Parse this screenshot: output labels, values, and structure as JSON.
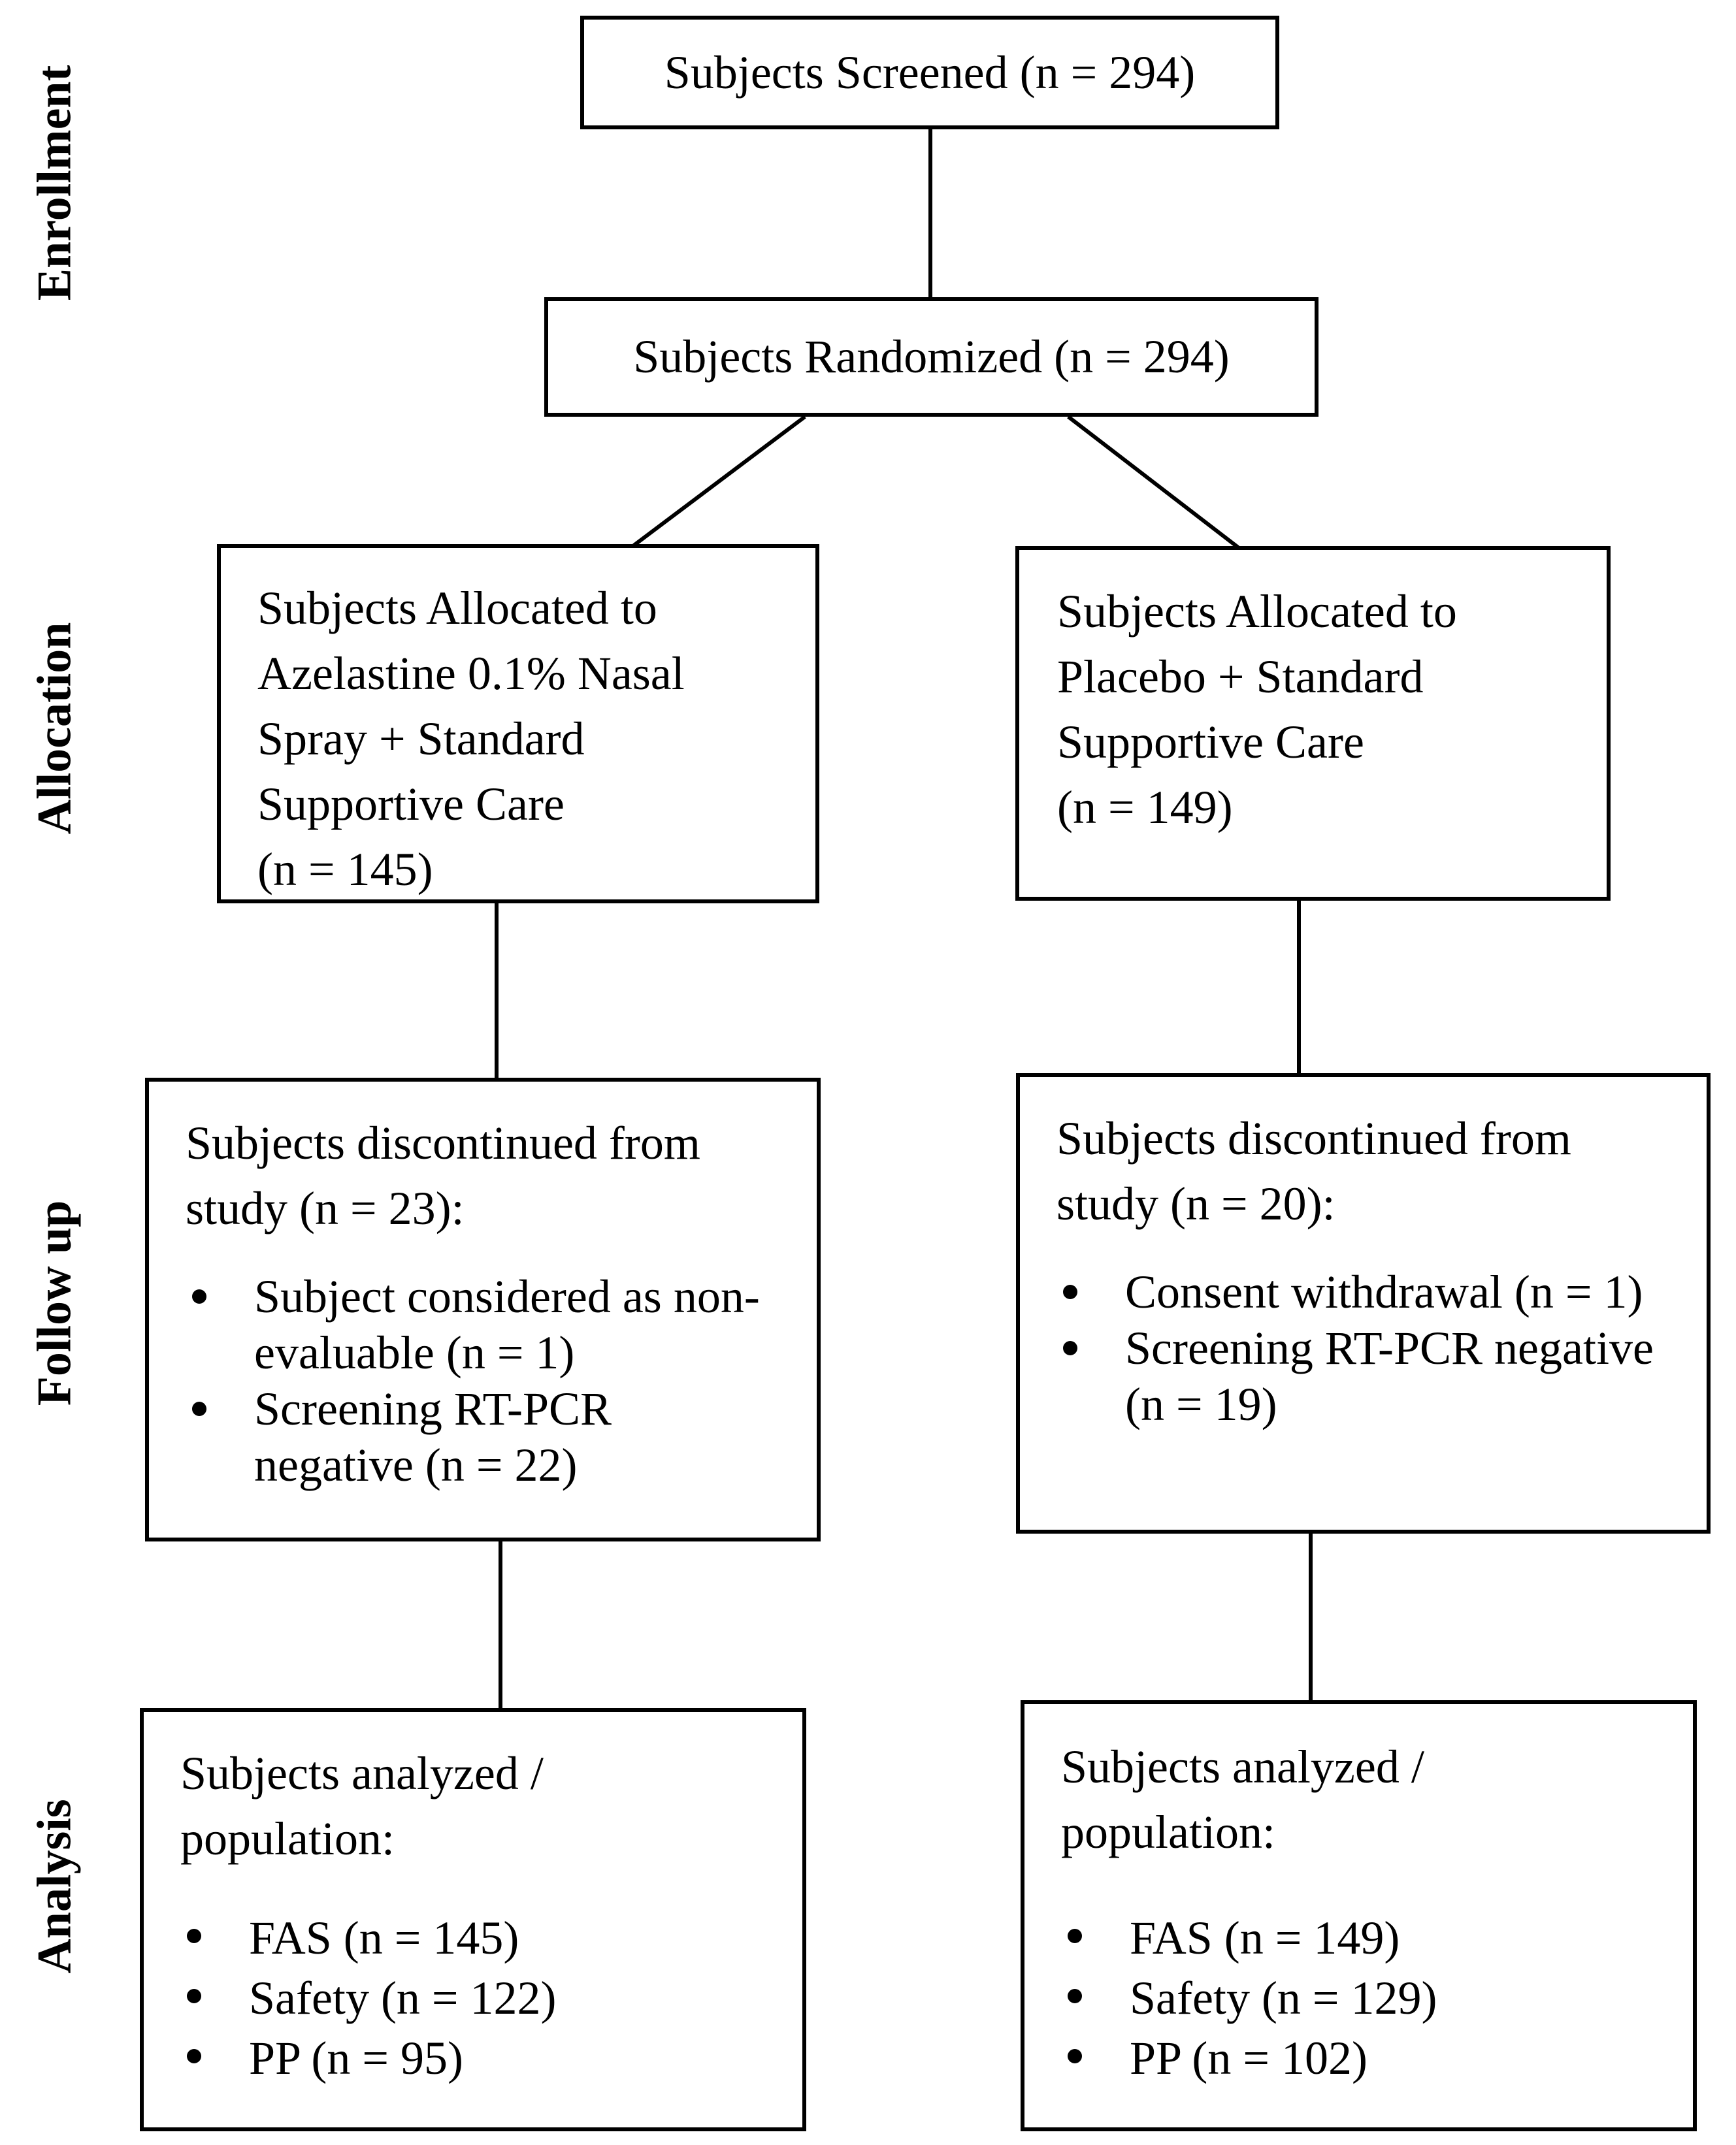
{
  "phases": {
    "enrollment": "Enrollment",
    "allocation": "Allocation",
    "follow_up": "Follow up",
    "analysis": "Analysis"
  },
  "screened": "Subjects Screened (n = 294)",
  "randomized": "Subjects Randomized (n = 294)",
  "left": {
    "allocation": "Subjects Allocated to\nAzelastine 0.1% Nasal\nSpray + Standard\nSupportive Care\n(n = 145)",
    "followup_title": "Subjects discontinued from\nstudy (n = 23):",
    "followup_items": [
      "Subject considered as non-\nevaluable (n = 1)",
      "Screening RT-PCR\nnegative (n = 22)"
    ],
    "analysis_title": "Subjects analyzed /\npopulation:",
    "analysis_items": [
      "FAS (n = 145)",
      "Safety (n = 122)",
      "PP (n = 95)"
    ]
  },
  "right": {
    "allocation": "Subjects Allocated to\nPlacebo + Standard\nSupportive Care\n(n = 149)",
    "followup_title": "Subjects discontinued from\nstudy (n = 20):",
    "followup_items": [
      "Consent withdrawal (n = 1)",
      "Screening RT-PCR negative\n(n = 19)"
    ],
    "analysis_title": "Subjects analyzed /\npopulation:",
    "analysis_items": [
      "FAS (n = 149)",
      "Safety (n = 129)",
      "PP (n = 102)"
    ]
  }
}
